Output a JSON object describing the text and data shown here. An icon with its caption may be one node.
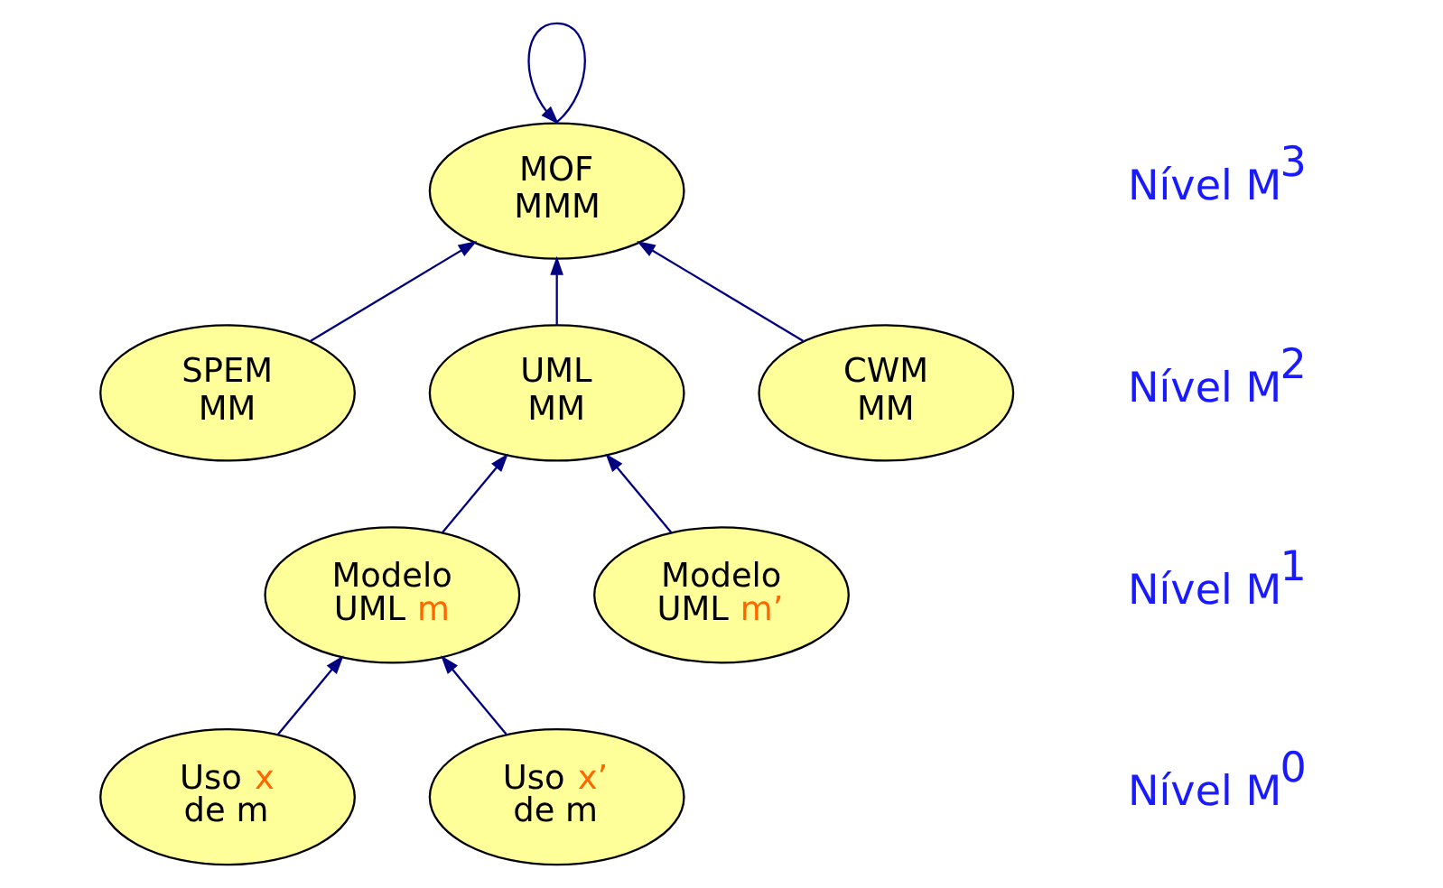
{
  "diagram": {
    "nodes": [
      {
        "text": [
          "MOF MMM"
        ]
      },
      {
        "text": [
          "SPEM MM"
        ]
      },
      {
        "text": [
          "UML MM"
        ]
      },
      {
        "text": [
          "CWM MM"
        ]
      },
      {
        "text": [
          "Modelo UML m"
        ]
      },
      {
        "text": [
          "Modelo UML m’"
        ]
      },
      {
        "text": [
          "Uso x de m"
        ]
      },
      {
        "text": [
          "Uso x’ de m"
        ]
      }
    ],
    "edges": [
      {
        "from": 0,
        "to": 0,
        "arrow": "to"
      },
      {
        "from": 1,
        "to": 0,
        "arrow": "to"
      },
      {
        "from": 2,
        "to": 0,
        "arrow": "to"
      },
      {
        "from": 3,
        "to": 0,
        "arrow": "to"
      },
      {
        "from": 4,
        "to": 2,
        "arrow": "to"
      },
      {
        "from": 5,
        "to": 2,
        "arrow": "to"
      },
      {
        "from": 6,
        "to": 4,
        "arrow": "to"
      },
      {
        "from": 7,
        "to": 4,
        "arrow": "to"
      }
    ],
    "labels": [
      "Nível M$^{3}$",
      "Nível M$^{2}$",
      "Nível M$^{1}$",
      "Nível M$^{0}$"
    ]
  }
}
